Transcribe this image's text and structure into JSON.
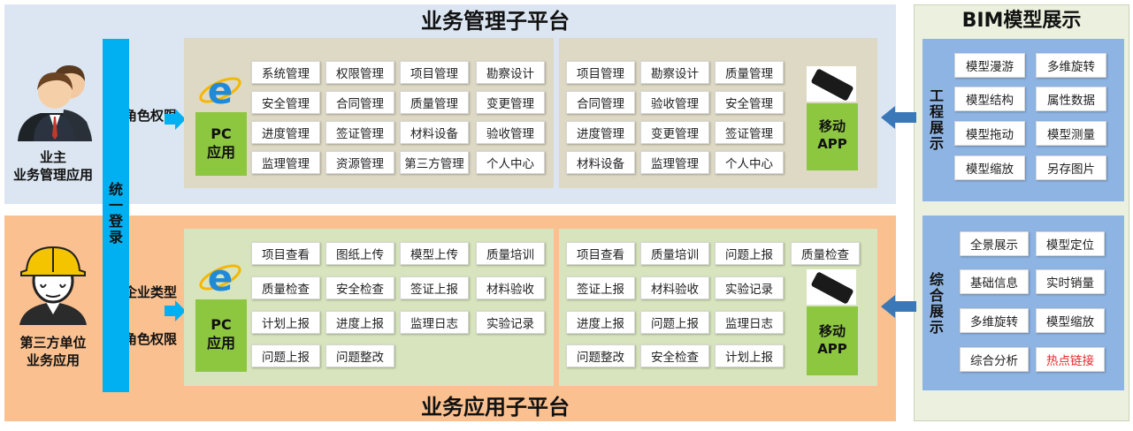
{
  "top": {
    "title": "业务管理子平台",
    "owner_line1": "业主",
    "owner_line2": "业务管理应用",
    "role_label": "角色权限",
    "pc_line1": "PC",
    "pc_line2": "应用",
    "pc_grid": [
      [
        "系统管理",
        "权限管理",
        "项目管理",
        "勘察设计"
      ],
      [
        "安全管理",
        "合同管理",
        "质量管理",
        "变更管理"
      ],
      [
        "进度管理",
        "签证管理",
        "材料设备",
        "验收管理"
      ],
      [
        "监理管理",
        "资源管理",
        "第三方管理",
        "个人中心"
      ]
    ],
    "app_grid": [
      [
        "项目管理",
        "勘察设计",
        "质量管理"
      ],
      [
        "合同管理",
        "验收管理",
        "安全管理"
      ],
      [
        "进度管理",
        "变更管理",
        "签证管理"
      ],
      [
        "材料设备",
        "监理管理",
        "个人中心"
      ]
    ],
    "app_line1": "移动",
    "app_line2": "APP"
  },
  "login_label": "统一登录",
  "bottom": {
    "title": "业务应用子平台",
    "third_line1": "第三方单位",
    "third_line2": "业务应用",
    "company_label": "企业类型",
    "role_label": "角色权限",
    "pc_line1": "PC",
    "pc_line2": "应用",
    "pc_grid": [
      [
        "项目查看",
        "图纸上传",
        "模型上传",
        "质量培训"
      ],
      [
        "质量检查",
        "安全检查",
        "签证上报",
        "材料验收"
      ],
      [
        "计划上报",
        "进度上报",
        "监理日志",
        "实验记录"
      ],
      [
        "问题上报",
        "问题整改"
      ]
    ],
    "app_grid": [
      [
        "项目查看",
        "质量培训",
        "问题上报",
        "质量检查"
      ],
      [
        "签证上报",
        "材料验收",
        "实验记录"
      ],
      [
        "进度上报",
        "问题上报",
        "监理日志"
      ],
      [
        "问题整改",
        "安全检查",
        "计划上报"
      ]
    ],
    "app_line1": "移动",
    "app_line2": "APP"
  },
  "bim": {
    "title": "BIM模型展示",
    "eng_label": "工程展示",
    "eng_items": [
      [
        "模型漫游",
        "多维旋转"
      ],
      [
        "模型结构",
        "属性数据"
      ],
      [
        "模型拖动",
        "模型测量"
      ],
      [
        "模型缩放",
        "另存图片"
      ]
    ],
    "comp_label": "综合展示",
    "comp_items": [
      [
        "全景展示",
        "模型定位"
      ],
      [
        "基础信息",
        "实时销量"
      ],
      [
        "多维旋转",
        "模型缩放"
      ],
      [
        "综合分析",
        "热点链接"
      ]
    ],
    "highlight_color": "#e8262d"
  },
  "colors": {
    "top_bg": "#dce6f2",
    "bottom_bg": "#fac090",
    "top_panel": "#ddd9c4",
    "bottom_panel": "#d7e4bd",
    "login_bar": "#00b0f0",
    "bim_bg": "#ebf1de",
    "bim_panel": "#8eb4e3",
    "arrow": "#3a78b8",
    "green_box": "#8dc63f"
  }
}
